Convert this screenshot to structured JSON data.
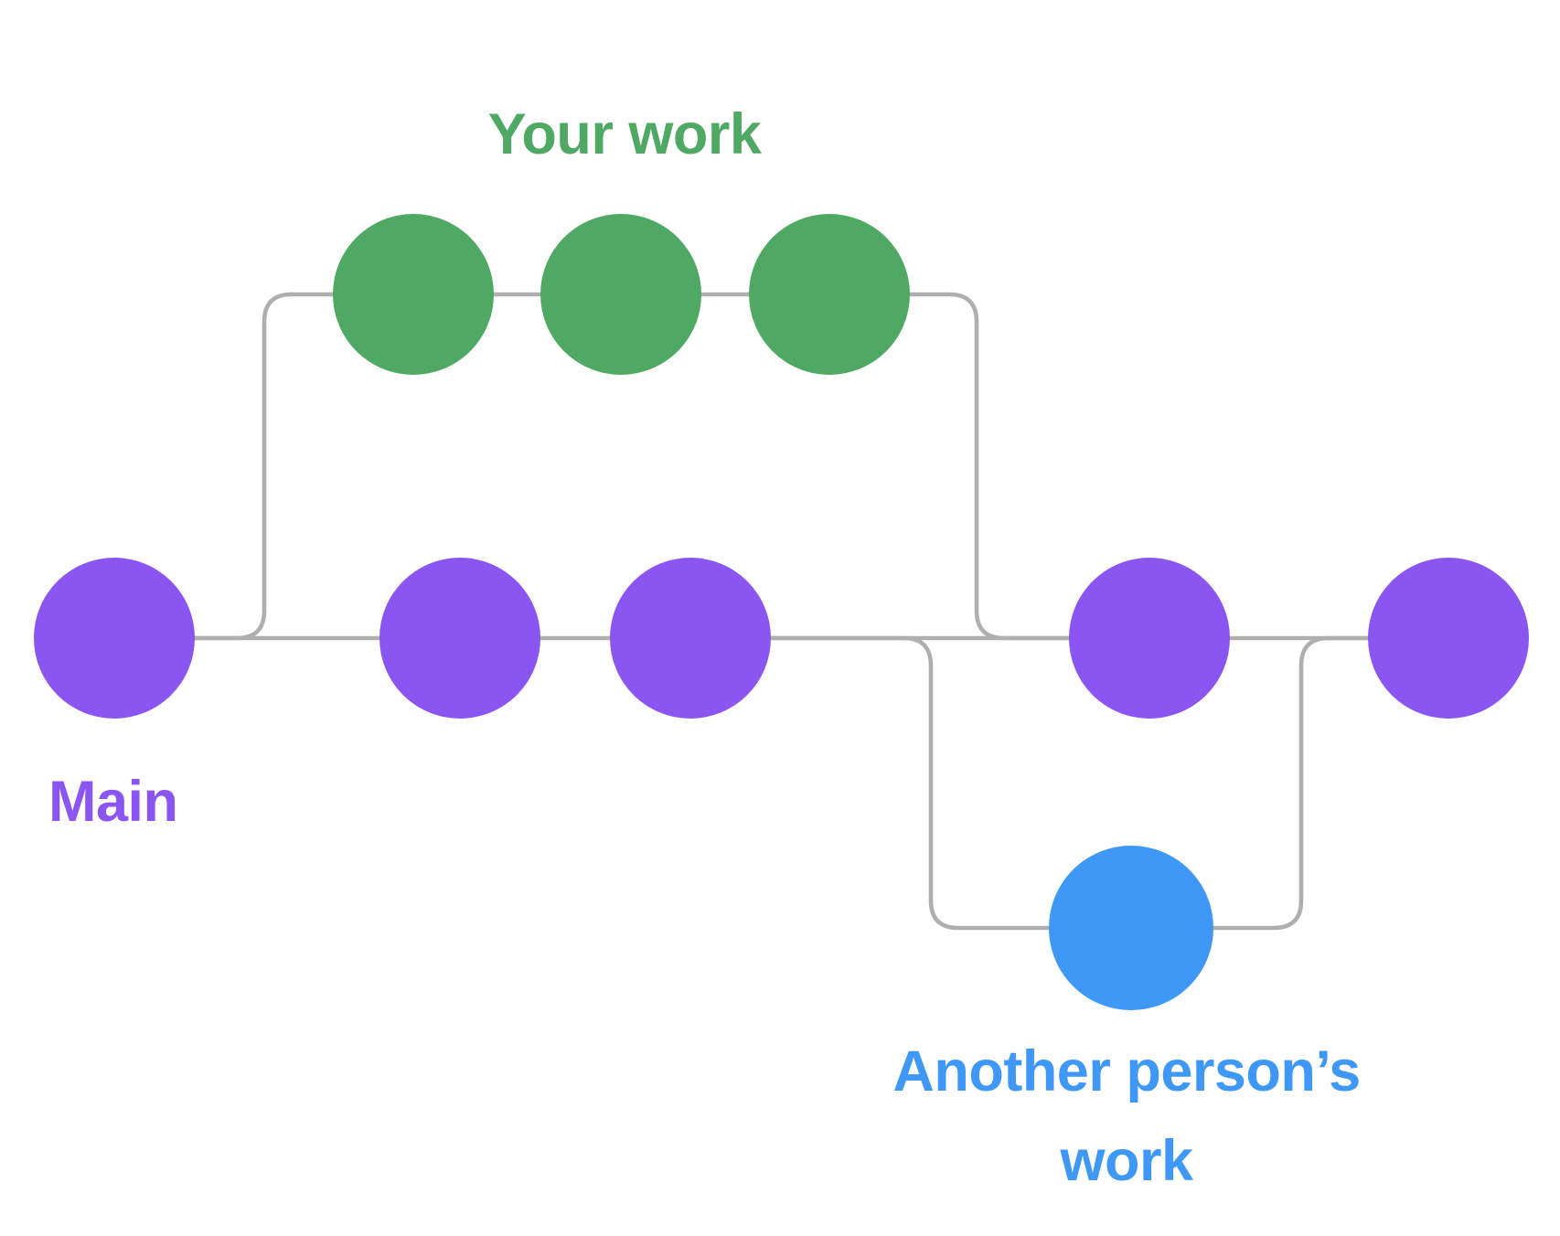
{
  "diagram_title": "",
  "line_color": "#AFAFAF",
  "branches": [
    {
      "id": "your-work",
      "label": "Your work",
      "color": "#4FA863",
      "commit_count": 3
    },
    {
      "id": "main",
      "label": "Main",
      "color": "#8A55F0",
      "commit_count": 5
    },
    {
      "id": "another-person",
      "label": "Another person’s work",
      "color": "#3F98F5",
      "commit_count": 1
    }
  ]
}
